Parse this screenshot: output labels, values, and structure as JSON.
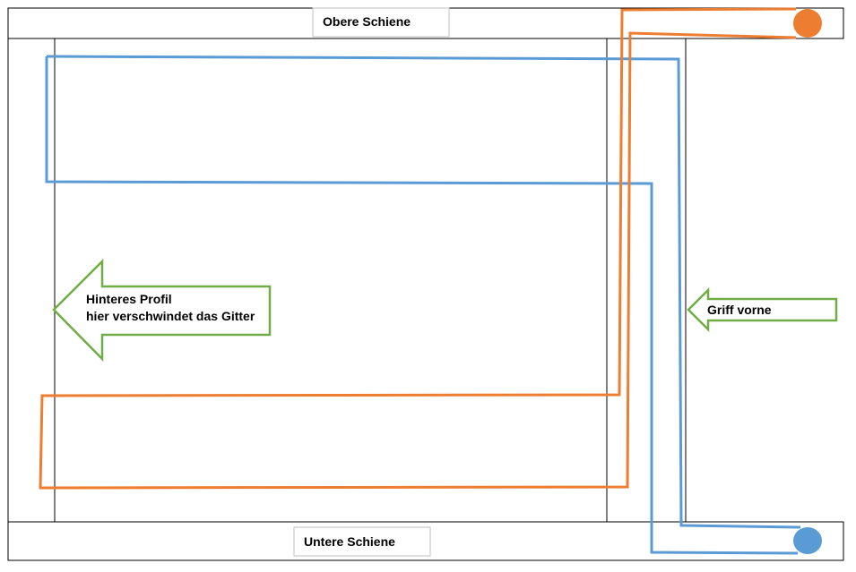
{
  "labels": {
    "top_rail": "Obere Schiene",
    "bottom_rail": "Untere Schiene",
    "rear_profile_line1": "Hinteres Profil",
    "rear_profile_line2": "hier verschwindet das Gitter",
    "handle_front": "Griff vorne"
  },
  "colors": {
    "outline": "#000000",
    "blue_line": "#5b9bd5",
    "orange_line": "#ed7d31",
    "arrow_green": "#70ad47",
    "label_box_border": "#bfbfbf"
  }
}
